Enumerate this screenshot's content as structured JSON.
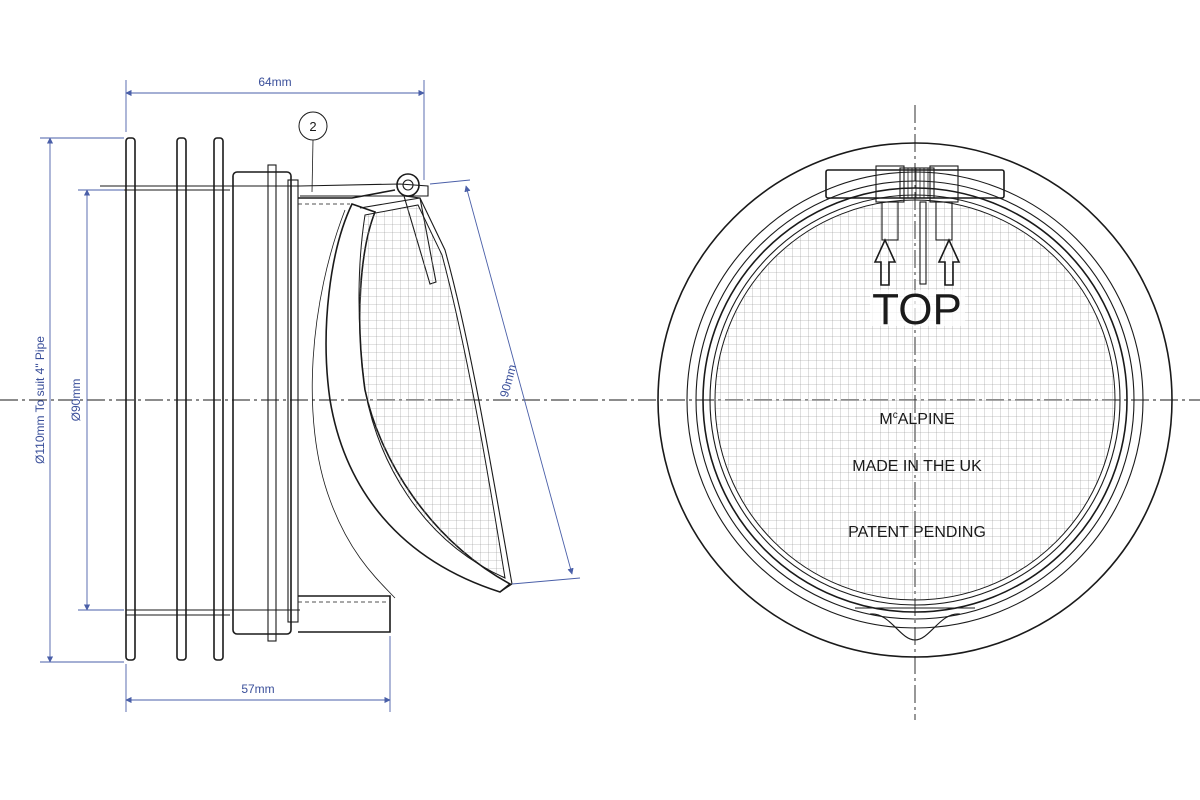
{
  "dimensions": {
    "top_width": "64mm",
    "bottom_width": "57mm",
    "outer_diameter": "Ø110mm To suit 4\" Pipe",
    "inner_diameter": "Ø90mm",
    "flap_length": "90mm"
  },
  "callout": {
    "number": "2"
  },
  "front_view": {
    "top_label": "TOP",
    "brand_prefix": "M",
    "brand_superscript": "c",
    "brand_suffix": "ALPINE",
    "origin": "MADE IN THE UK",
    "patent": "PATENT PENDING"
  },
  "colors": {
    "line": "#1a1a1a",
    "dimension": "#4a5fa8",
    "mesh": "#8a8a8a"
  }
}
